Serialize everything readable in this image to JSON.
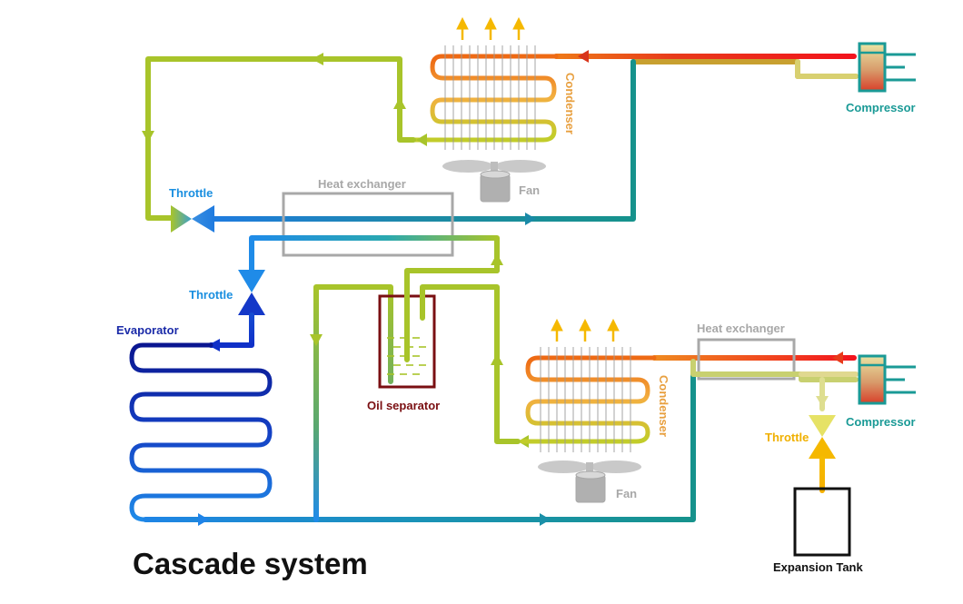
{
  "title": "Cascade system",
  "labels": {
    "condenser_top": "Condenser",
    "fan_top": "Fan",
    "compressor_top": "Compressor",
    "heat_exchanger_top": "Heat exchanger",
    "throttle_top": "Throttle",
    "throttle_mid": "Throttle",
    "evaporator": "Evaporator",
    "oil_separator": "Oil separator",
    "condenser_bottom": "Condenser",
    "fan_bottom": "Fan",
    "heat_exchanger_bottom": "Heat exchanger",
    "compressor_bottom": "Compressor",
    "throttle_bottom": "Throttle",
    "expansion_tank": "Expansion Tank"
  },
  "colors": {
    "hot": "#e8141c",
    "warm": "#f39c2a",
    "green": "#a8c42a",
    "teal": "#16928c",
    "cold": "#1f6fd6",
    "deep": "#0a1ea0",
    "yellow": "#f5b800",
    "grey": "#a8a8a8",
    "oil_separator": "#7a0f12",
    "compressor": "#1a9a96",
    "label_blue": "#1a8fe0",
    "label_navy": "#1a2aa8",
    "label_orange": "#e8a040",
    "label_grey": "#a8a8a8"
  }
}
